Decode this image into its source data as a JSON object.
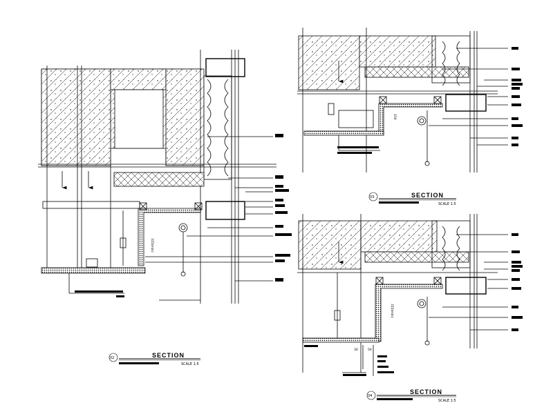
{
  "sections": [
    {
      "title": "SECTION",
      "number": "02",
      "scale": "SCALE 1:5"
    },
    {
      "title": "SECTION",
      "number": "03",
      "scale": "SCALE 1:5"
    },
    {
      "title": "SECTION",
      "number": "04",
      "scale": "SCALE 1:5"
    }
  ],
  "dimensions": {
    "s1_vertical": "315(min)",
    "s2_vertical": "150",
    "s3_vertical": "315(min)",
    "s3_width_a": "30",
    "s3_width_b": "50"
  }
}
